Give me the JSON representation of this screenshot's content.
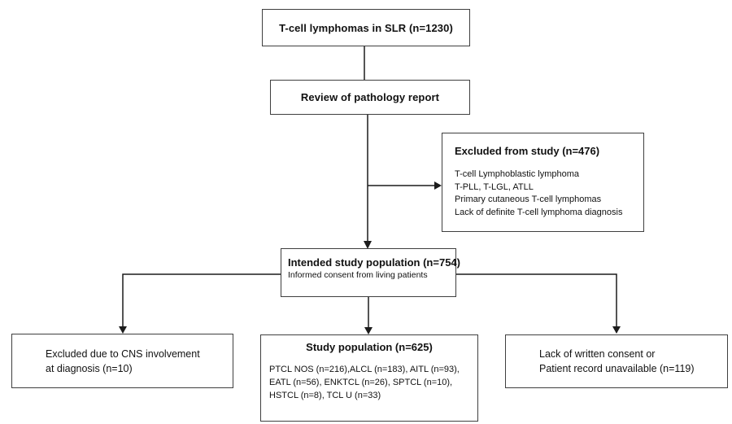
{
  "diagram_title": "T-cell lymphoma study flowchart",
  "colors": {
    "background": "#ffffff",
    "border": "#3f3f3f",
    "line": "#1c1c1c",
    "text": "#111111"
  },
  "boxes": {
    "slr": {
      "label": "T-cell lymphomas in SLR (n=1230)"
    },
    "review": {
      "label": "Review of pathology report"
    },
    "excluded_study": {
      "title": "Excluded from study (n=476)",
      "lines": [
        "T-cell Lymphoblastic lymphoma",
        "T-PLL, T-LGL, ATLL",
        "Primary cutaneous T-cell lymphomas",
        "Lack of definite T-cell lymphoma diagnosis"
      ]
    },
    "intended": {
      "title": "Intended study population (n=754)",
      "subtitle": "Informed consent from living patients"
    },
    "cns_excluded": {
      "lines": [
        "Excluded due to CNS involvement",
        "at diagnosis (n=10)"
      ]
    },
    "study": {
      "title": "Study population (n=625)",
      "lines": [
        "PTCL NOS (n=216),ALCL (n=183), AITL (n=93),",
        "EATL (n=56), ENKTCL (n=26), SPTCL (n=10),",
        "HSTCL (n=8), TCL U (n=33)"
      ]
    },
    "consent_unavailable": {
      "lines": [
        "Lack of written consent or",
        "Patient record unavailable (n=119)"
      ]
    }
  }
}
